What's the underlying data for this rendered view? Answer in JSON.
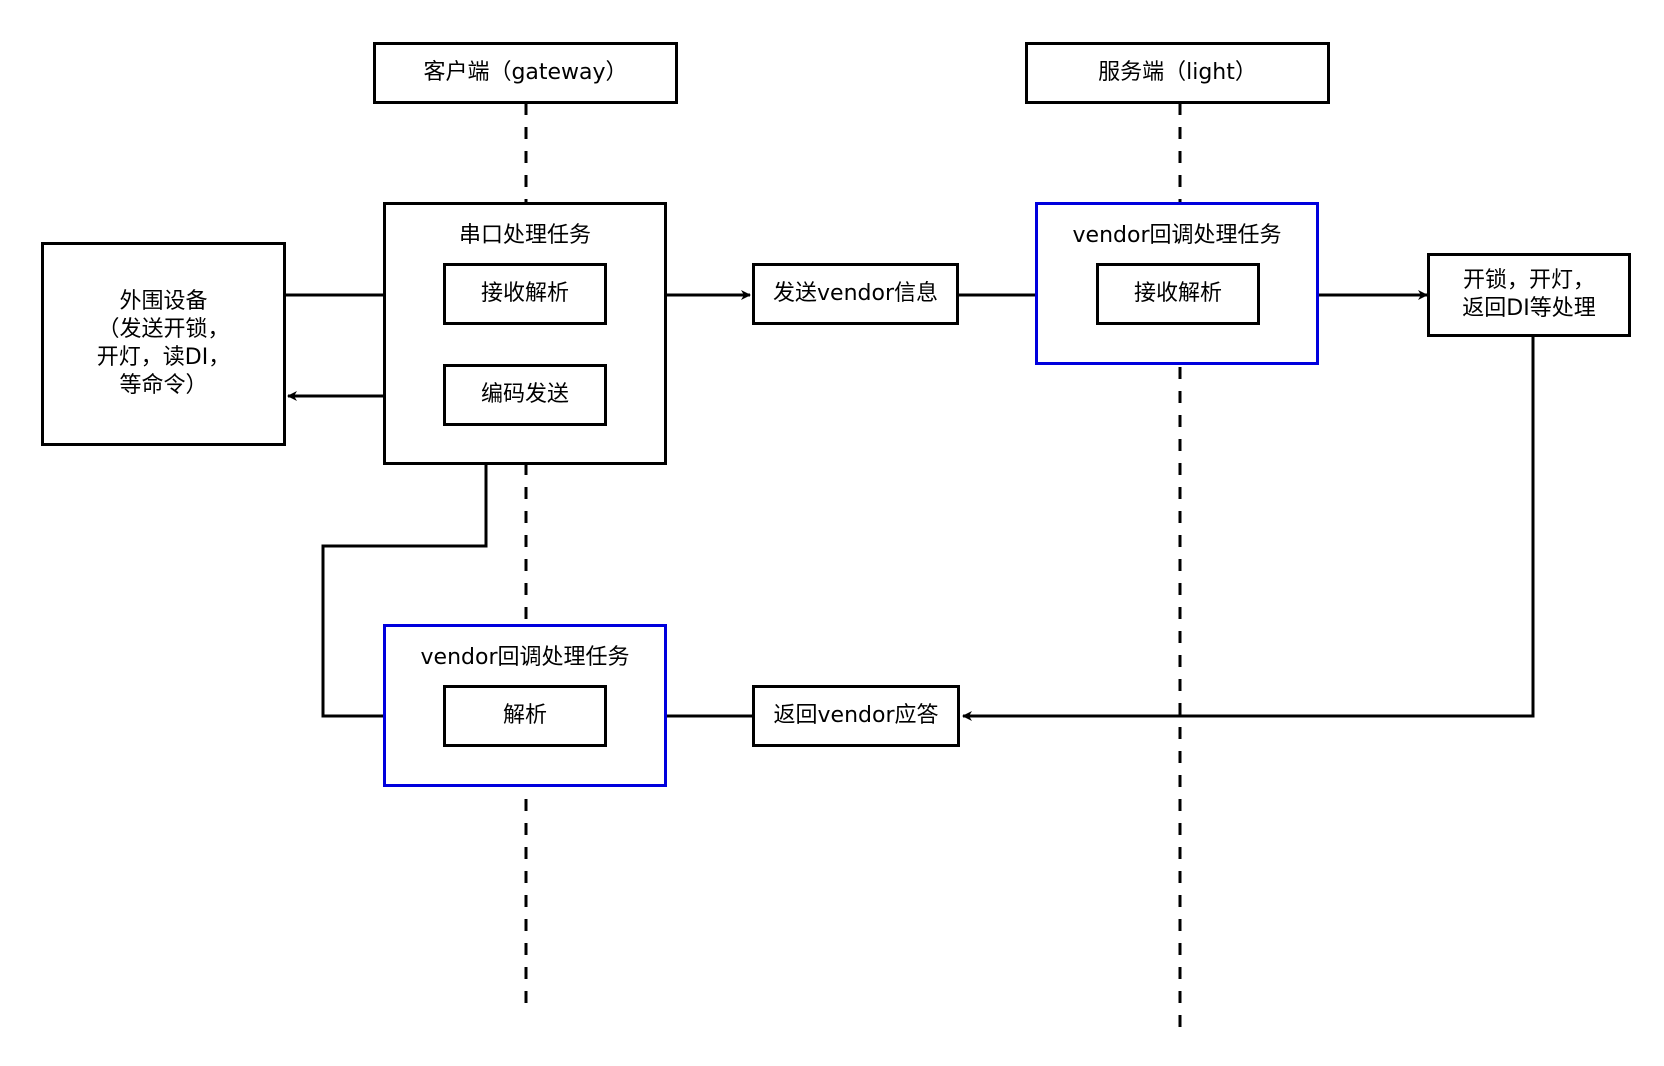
{
  "lanes": {
    "client": "客户端（gateway）",
    "server": "服务端（light）"
  },
  "groups": {
    "serial_task": "串口处理任务",
    "server_vendor_task": "vendor回调处理任务",
    "client_vendor_task": "vendor回调处理任务"
  },
  "nodes": {
    "external_device": "外围设备\n（发送开锁，\n开灯，读DI，\n等命令）",
    "receive_parse_client": "接收解析",
    "encode_send": "编码发送",
    "send_vendor_info": "发送vendor信息",
    "receive_parse_server": "接收解析",
    "unlock_light": "开锁，开灯，\n返回DI等处理",
    "return_vendor_reply": "返回vendor应答",
    "parse_client": "解析"
  },
  "colors": {
    "line": "#000000",
    "callback_border": "#0000dd"
  }
}
